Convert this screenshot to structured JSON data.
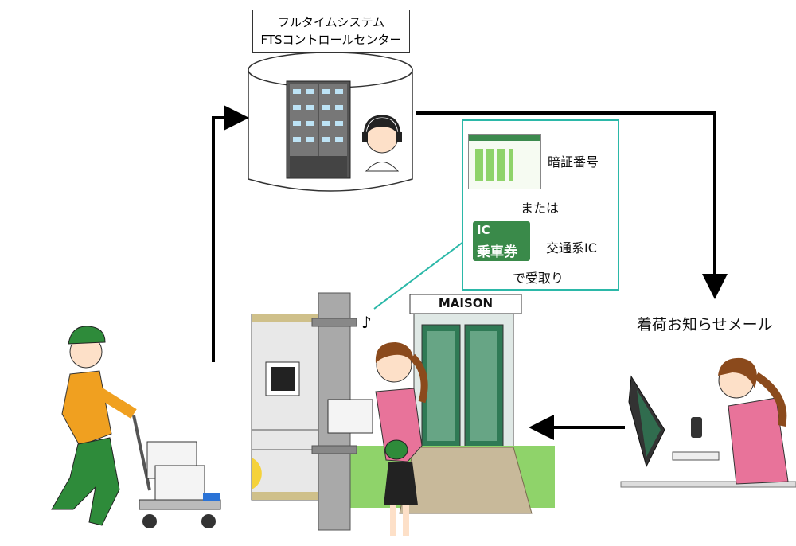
{
  "control_center": {
    "title_line1": "フルタイムシステム",
    "title_line2": "FTSコントロールセンター"
  },
  "locker_panel": {
    "option1": "暗証番号",
    "separator": "または",
    "option2": "交通系IC",
    "card_text_top": "IC",
    "card_text_bottom": "乗車券",
    "footer": "で受取り"
  },
  "building": {
    "sign": "MAISON"
  },
  "notification": {
    "label": "着荷お知らせメール"
  },
  "colors": {
    "bubble_border": "#2bb8a8",
    "courier_shirt": "#f0a020",
    "courier_pants": "#2e8b3a",
    "grass": "#8fd36a",
    "woman_top": "#e8739a",
    "card_green": "#3a8a4a",
    "door_green": "#2f7a55"
  }
}
